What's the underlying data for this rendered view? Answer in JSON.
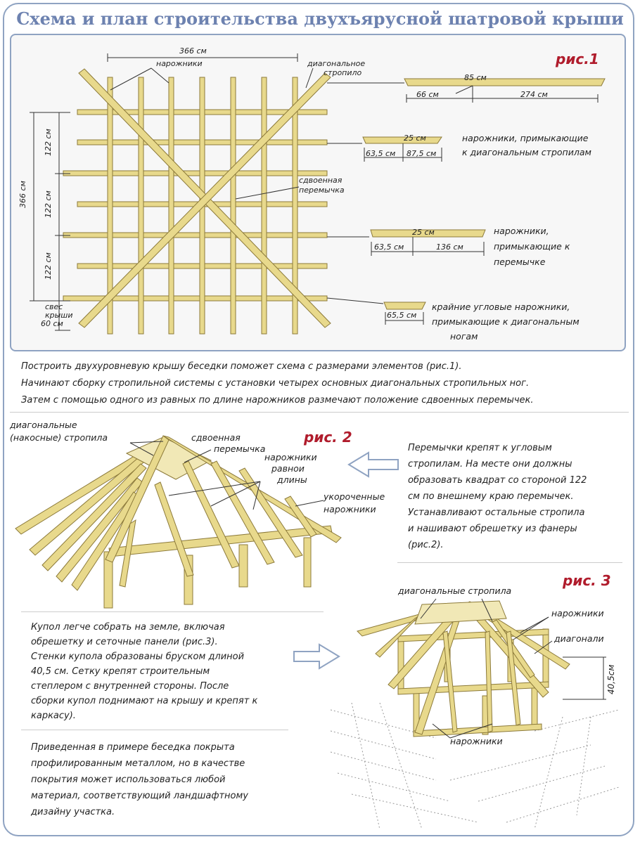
{
  "title": "Схема и план строительства двухъярусной шатровой крыши",
  "fig1": {
    "label": "рис.1",
    "top_dim": "366 см",
    "left_dim": "366 см",
    "seg1": "122 см",
    "seg2": "122 см",
    "seg3": "122 см",
    "overhang": [
      "свес",
      "крыши",
      "60 см"
    ],
    "narozhniki": "нарожники",
    "diag_rafter": [
      "диагональное",
      "стропило"
    ],
    "double_beam": [
      "сдвоенная",
      "перемычка"
    ],
    "piece1": {
      "top": "85 см",
      "a": "66 см",
      "b": "274 см"
    },
    "piece2": {
      "top": "25 см",
      "a": "63,5 см",
      "b": "87,5 см",
      "desc": [
        "нарожники, примыкающие",
        "к диагональным стропилам"
      ]
    },
    "piece3": {
      "top": "25 см",
      "a": "63,5 см",
      "b": "136 см",
      "desc": [
        "нарожники,",
        "примыкающие к",
        "перемычке"
      ]
    },
    "piece4": {
      "a": "65,5 см",
      "desc": [
        "крайние угловые нарожники,",
        "примыкающие к диагональным",
        "ногам"
      ]
    }
  },
  "intro": [
    "Построить двухуровневую крышу беседки поможет схема с размерами элементов (рис.1).",
    "Начинают сборку стропильной системы с установки четырех основных диагональных стропильных ног.",
    "Затем с помощью одного из равных по длине нарожников размечают положение сдвоенных перемычек."
  ],
  "fig2": {
    "label": "рис. 2",
    "l_diag": [
      "диагональные",
      "(накосные) стропила"
    ],
    "l_double": [
      "сдвоенная",
      "перемычка"
    ],
    "l_equal": [
      "нарожники",
      "равнои",
      "длины"
    ],
    "l_short": [
      "укороченные",
      "нарожники"
    ],
    "text": [
      "Перемычки крепят к угловым",
      "стропилам. На месте они должны",
      "образовать квадрат со стороной 122",
      "см по внешнему краю перемычек.",
      "Устанавливают остальные стропила",
      "и нашивают обрешетку из фанеры",
      "(рис.2)."
    ]
  },
  "fig3": {
    "label": "рис. 3",
    "l_diag": "диагональные  стропила",
    "l_narozh": "нарожники",
    "l_diagonali": "диагонали",
    "l_dim": "40,5см",
    "l_narozh2": "нарожники",
    "text": [
      "Купол легче собрать на земле, включая",
      "обрешетку и сеточные панели (рис.3).",
      "Стенки купола образованы бруском длиной",
      "40,5 см. Сетку крепят строительным",
      "степлером с внутренней стороны. После",
      "сборки купол поднимают на крышу и крепят к",
      "каркасу)."
    ],
    "text2": [
      "Приведенная в примере беседка покрыта",
      "профилированным металлом, но в качестве",
      "покрытия может использоваться любой",
      "материал, соответствующий ландшафтному",
      "дизайну участка."
    ]
  },
  "colors": {
    "frame": "#8fa3c2",
    "title": "#6d82b0",
    "label": "#b01c2c",
    "wood": "#e8d98c",
    "wood_edge": "#8c7a3a"
  }
}
